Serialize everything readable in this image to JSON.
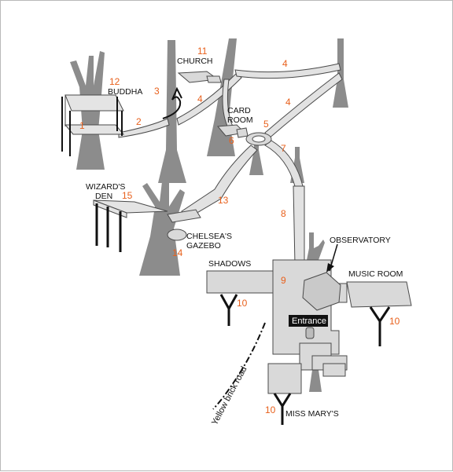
{
  "colors": {
    "number_label": "#e8601c",
    "tree_trunk": "#8c8c8c",
    "platform": "#d9d9d9",
    "outline": "#4a4a4a",
    "entrance_bg": "#111111"
  },
  "labels": {
    "church": "CHURCH",
    "buddha": "BUDDHA",
    "card_room_1": "CARD",
    "card_room_2": "ROOM",
    "wizards_den_1": "WIZARD'S",
    "wizards_den_2": "DEN",
    "chelseas_gazebo_1": "CHELSEA'S",
    "chelseas_gazebo_2": "GAZEBO",
    "shadows": "SHADOWS",
    "observatory": "OBSERVATORY",
    "music_room": "MUSIC ROOM",
    "entrance": "Entrance",
    "miss_marys": "MISS MARY'S",
    "yellow_brick_road": "Yellow brick road"
  },
  "numbers": {
    "buddha_platform": "1",
    "bridge_buddha_church": "2",
    "church_ladder": "3",
    "bridge_church_card": "4",
    "bridge_top": "4",
    "bridge_right": "4",
    "card_room_hub": "5",
    "card_room": "6",
    "bridge_down_right": "7",
    "bridge_to_main": "8",
    "main_deck": "9",
    "shadows_support": "10",
    "music_support": "10",
    "miss_marys_support": "10",
    "church": "11",
    "buddha": "12",
    "bridge_to_gazebo": "13",
    "chelseas_gazebo": "14",
    "wizards_den": "15"
  }
}
